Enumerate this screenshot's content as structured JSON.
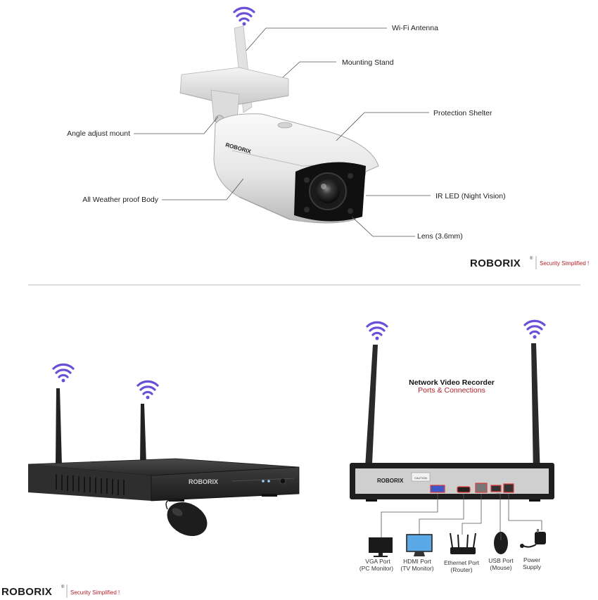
{
  "camera": {
    "labels": {
      "wifi_antenna": "Wi-Fi Antenna",
      "mounting_stand": "Mounting Stand",
      "angle_adjust": "Angle adjust mount",
      "protection_shelter": "Protection Shelter",
      "weather_body": "All Weather proof Body",
      "ir_led": "IR LED (Night Vision)",
      "lens": "Lens (3.6mm)"
    },
    "body_brand": "ROBORIX"
  },
  "brand": {
    "name": "ROBORIX",
    "registered": "®",
    "tagline": "Security Simplified !"
  },
  "nvr_front": {
    "brand": "ROBORIX"
  },
  "nvr_back": {
    "title": "Network Video Recorder",
    "subtitle": "Ports & Connections",
    "brand": "ROBORIX",
    "caution": "CAUTION",
    "ports": [
      {
        "line1": "VGA Port",
        "line2": "(PC Monitor)"
      },
      {
        "line1": "HDMI Port",
        "line2": "(TV Monitor)"
      },
      {
        "line1": "Ethernet Port",
        "line2": "(Router)"
      },
      {
        "line1": "USB Port",
        "line2": "(Mouse)"
      },
      {
        "line1": "Power",
        "line2": "Supply"
      }
    ]
  },
  "colors": {
    "wifi": "#6a4fd8",
    "accent_red": "#b21f27",
    "device_dark": "#2b2b2b",
    "camera_white": "#e9e9e9",
    "port_red": "#e23a3a"
  },
  "icons": [
    "wifi-icon",
    "monitor-icon",
    "tv-icon",
    "router-icon",
    "mouse-icon",
    "power-adapter-icon"
  ]
}
